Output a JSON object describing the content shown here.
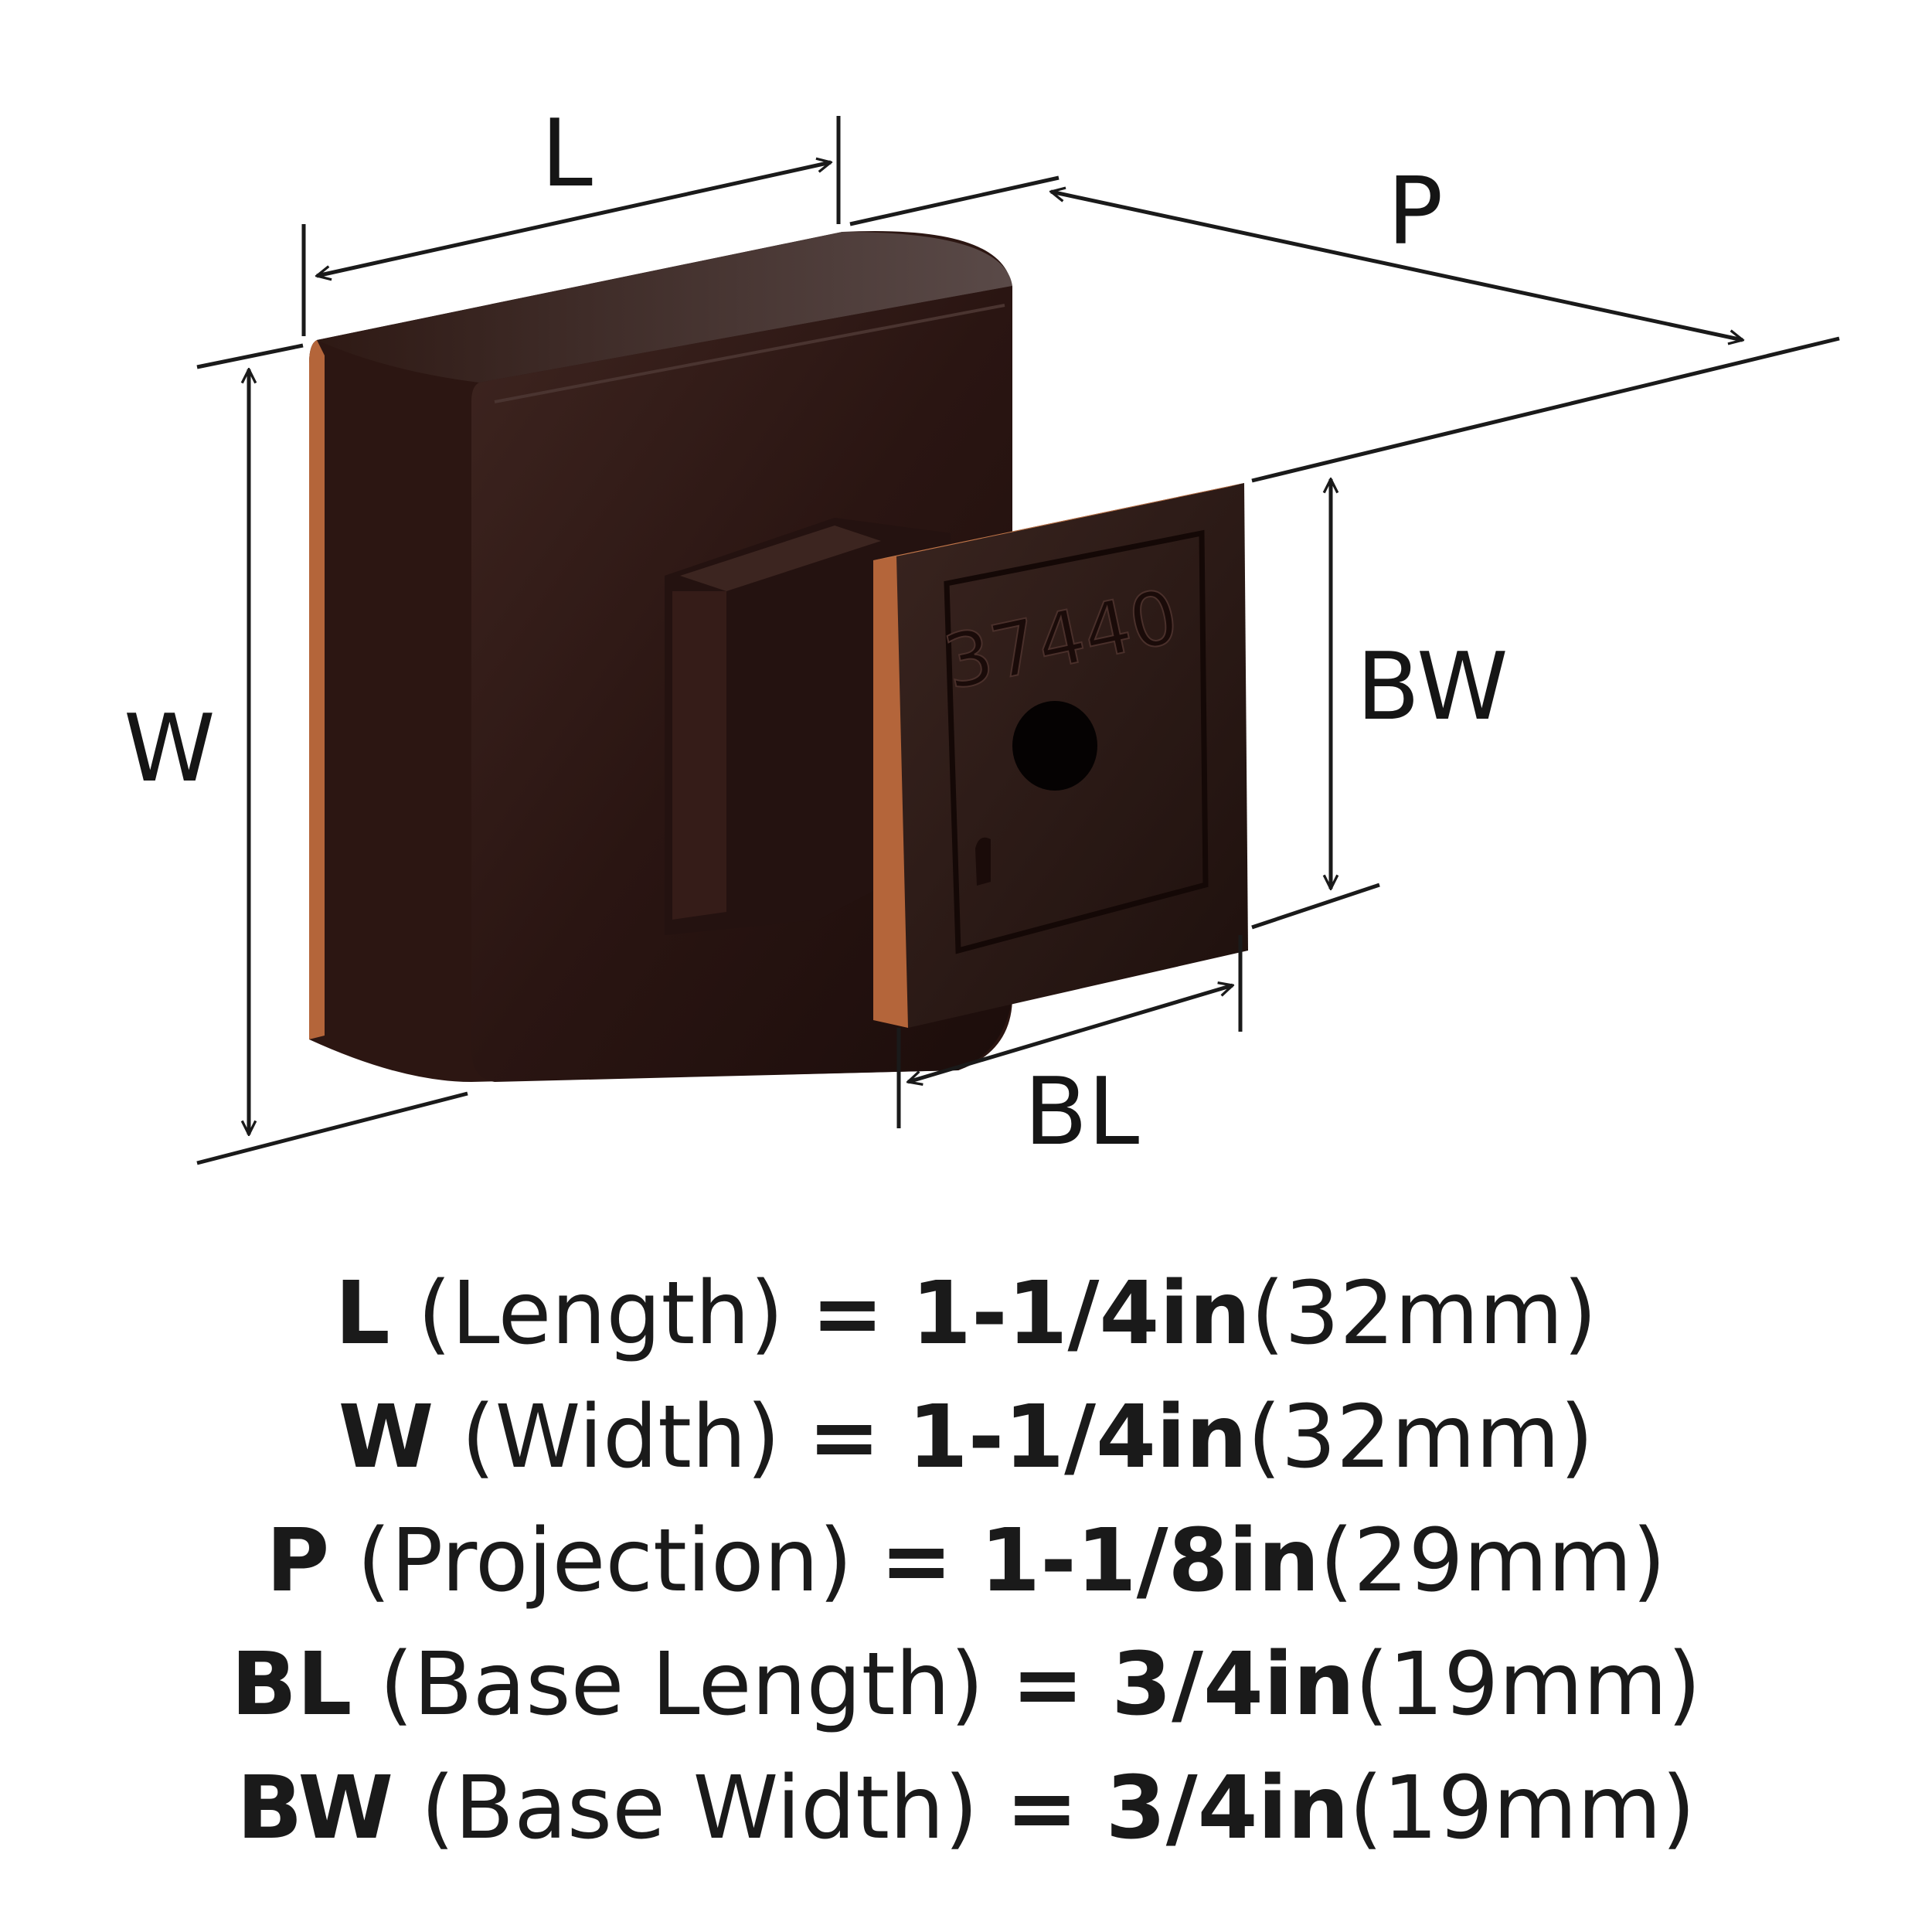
{
  "dimension_labels": {
    "L": "L",
    "W": "W",
    "P": "P",
    "BW": "BW",
    "BL": "BL"
  },
  "part_number": "37440",
  "colors": {
    "finish": "#3a1f1a",
    "copper_edge": "#b4653a",
    "line": "#1a1a1a"
  },
  "specs": [
    {
      "symbol": "L",
      "name": "(Length)",
      "eq": "=",
      "imperial": "1-1/4in",
      "metric": "(32mm)"
    },
    {
      "symbol": "W",
      "name": "(Width)",
      "eq": "=",
      "imperial": "1-1/4in",
      "metric": "(32mm)"
    },
    {
      "symbol": "P",
      "name": "(Projection)",
      "eq": "=",
      "imperial": "1-1/8in",
      "metric": "(29mm)"
    },
    {
      "symbol": "BL",
      "name": "(Base Length)",
      "eq": "=",
      "imperial": "3/4in",
      "metric": "(19mm)"
    },
    {
      "symbol": "BW",
      "name": "(Base Width)",
      "eq": "=",
      "imperial": "3/4in",
      "metric": "(19mm)"
    }
  ]
}
